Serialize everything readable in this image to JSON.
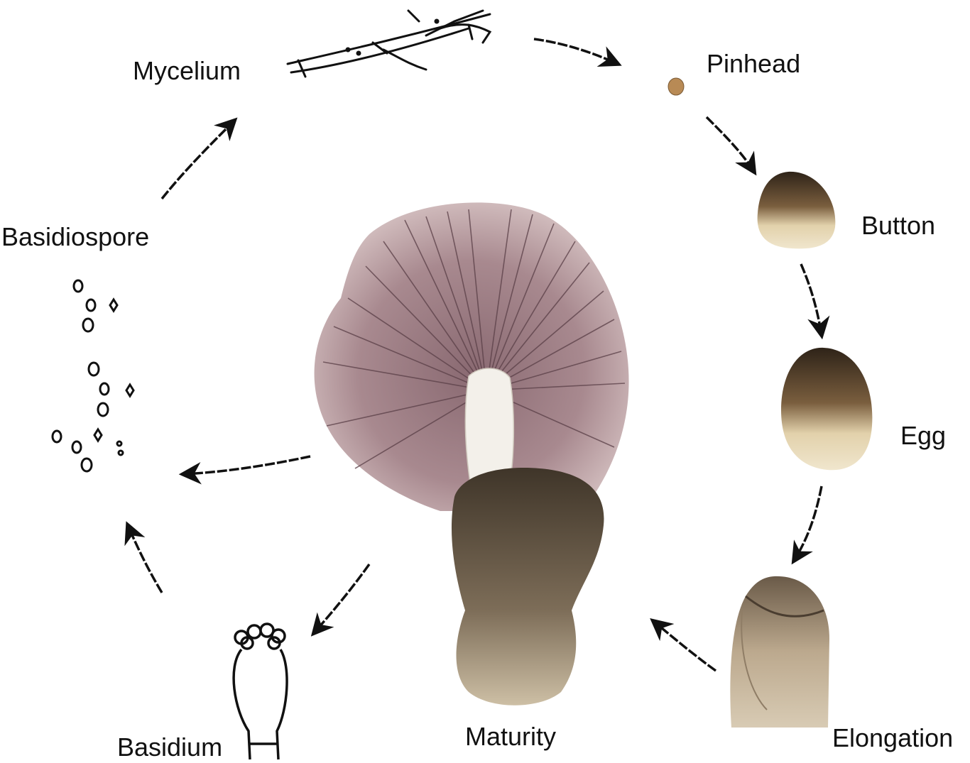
{
  "diagram": {
    "stages": [
      {
        "id": "mycelium",
        "label": "Mycelium"
      },
      {
        "id": "pinhead",
        "label": "Pinhead"
      },
      {
        "id": "button",
        "label": "Button"
      },
      {
        "id": "egg",
        "label": "Egg"
      },
      {
        "id": "elongation",
        "label": "Elongation"
      },
      {
        "id": "maturity",
        "label": "Maturity"
      },
      {
        "id": "basidium",
        "label": "Basidium"
      },
      {
        "id": "basidiospore",
        "label": "Basidiospore"
      }
    ],
    "flow": [
      "Mycelium",
      "Pinhead",
      "Button",
      "Egg",
      "Elongation",
      "Maturity",
      "Basidium",
      "Basidiospore",
      "Mycelium"
    ],
    "colors": {
      "line": "#111111",
      "gills": "#a8898f",
      "gill_lines": "#5a3f47",
      "stem": "#f3f0ea",
      "volva_dark": "#4a3f33",
      "volva_light": "#d9ccb6",
      "egg_brown": "#3d2f22",
      "egg_cream": "#e4d3ae"
    }
  }
}
